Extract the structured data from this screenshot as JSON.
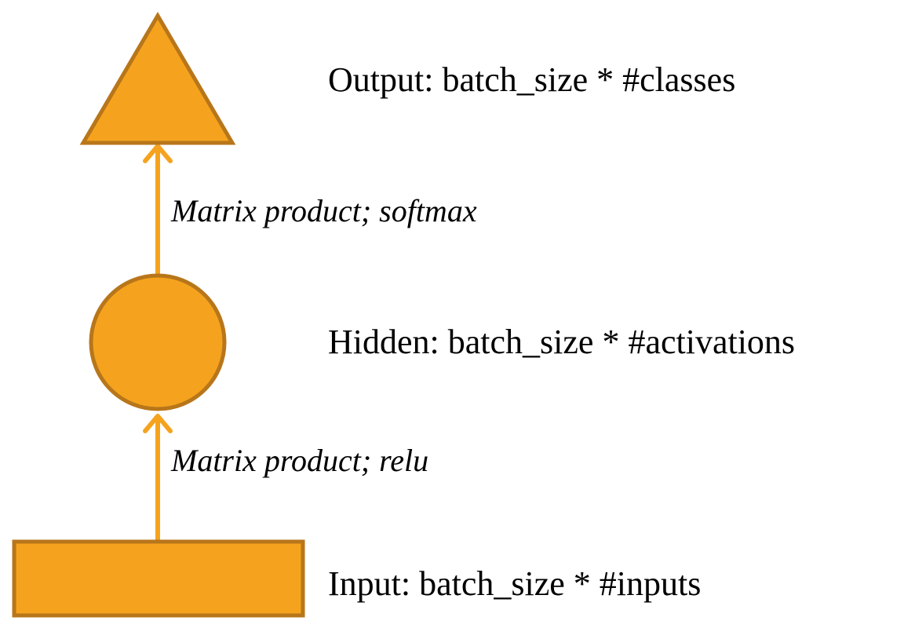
{
  "colors": {
    "node_fill": "#F5A31E",
    "node_stroke": "#B8761A",
    "arrow": "#F5A31E",
    "text": "#000000"
  },
  "nodes": {
    "output": {
      "shape": "triangle",
      "label": "Output: batch_size * #classes"
    },
    "hidden": {
      "shape": "circle",
      "label": "Hidden: batch_size * #activations"
    },
    "input": {
      "shape": "rectangle",
      "label": "Input: batch_size * #inputs"
    }
  },
  "edges": {
    "hidden_to_output": {
      "label": "Matrix product; softmax"
    },
    "input_to_hidden": {
      "label": "Matrix product; relu"
    }
  }
}
